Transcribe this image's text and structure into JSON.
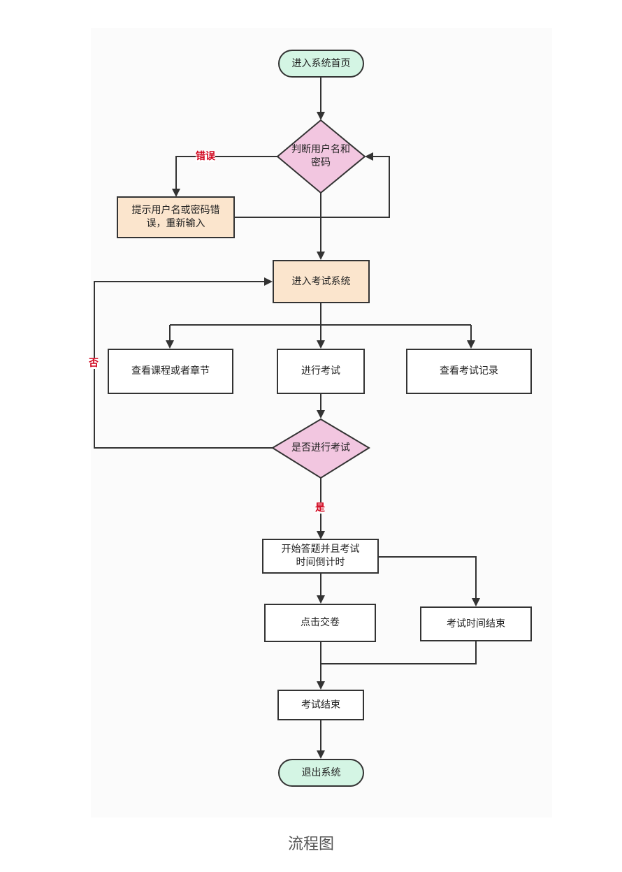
{
  "nodes": {
    "start": "进入系统首页",
    "check_login": "判断用户名和\n密码",
    "login_error": "提示用户名或密码错\n误，重新输入",
    "enter_exam_system": "进入考试系统",
    "view_course": "查看课程或者章节",
    "take_exam": "进行考试",
    "view_records": "查看考试记录",
    "confirm_exam": "是否进行考试",
    "start_answering": "开始答题并且考试\n时间倒计时",
    "submit": "点击交卷",
    "time_over": "考试时间结束",
    "exam_end": "考试结束",
    "exit": "退出系统"
  },
  "edge_labels": {
    "error": "错误",
    "no": "否",
    "yes": "是"
  },
  "caption": "流程图",
  "colors": {
    "terminal_fill": "#d4f5e4",
    "decision_fill": "#f2c6e0",
    "highlight_fill": "#fbe5cd",
    "process_fill": "#ffffff",
    "stroke": "#333333",
    "label_red": "#d0021b"
  }
}
